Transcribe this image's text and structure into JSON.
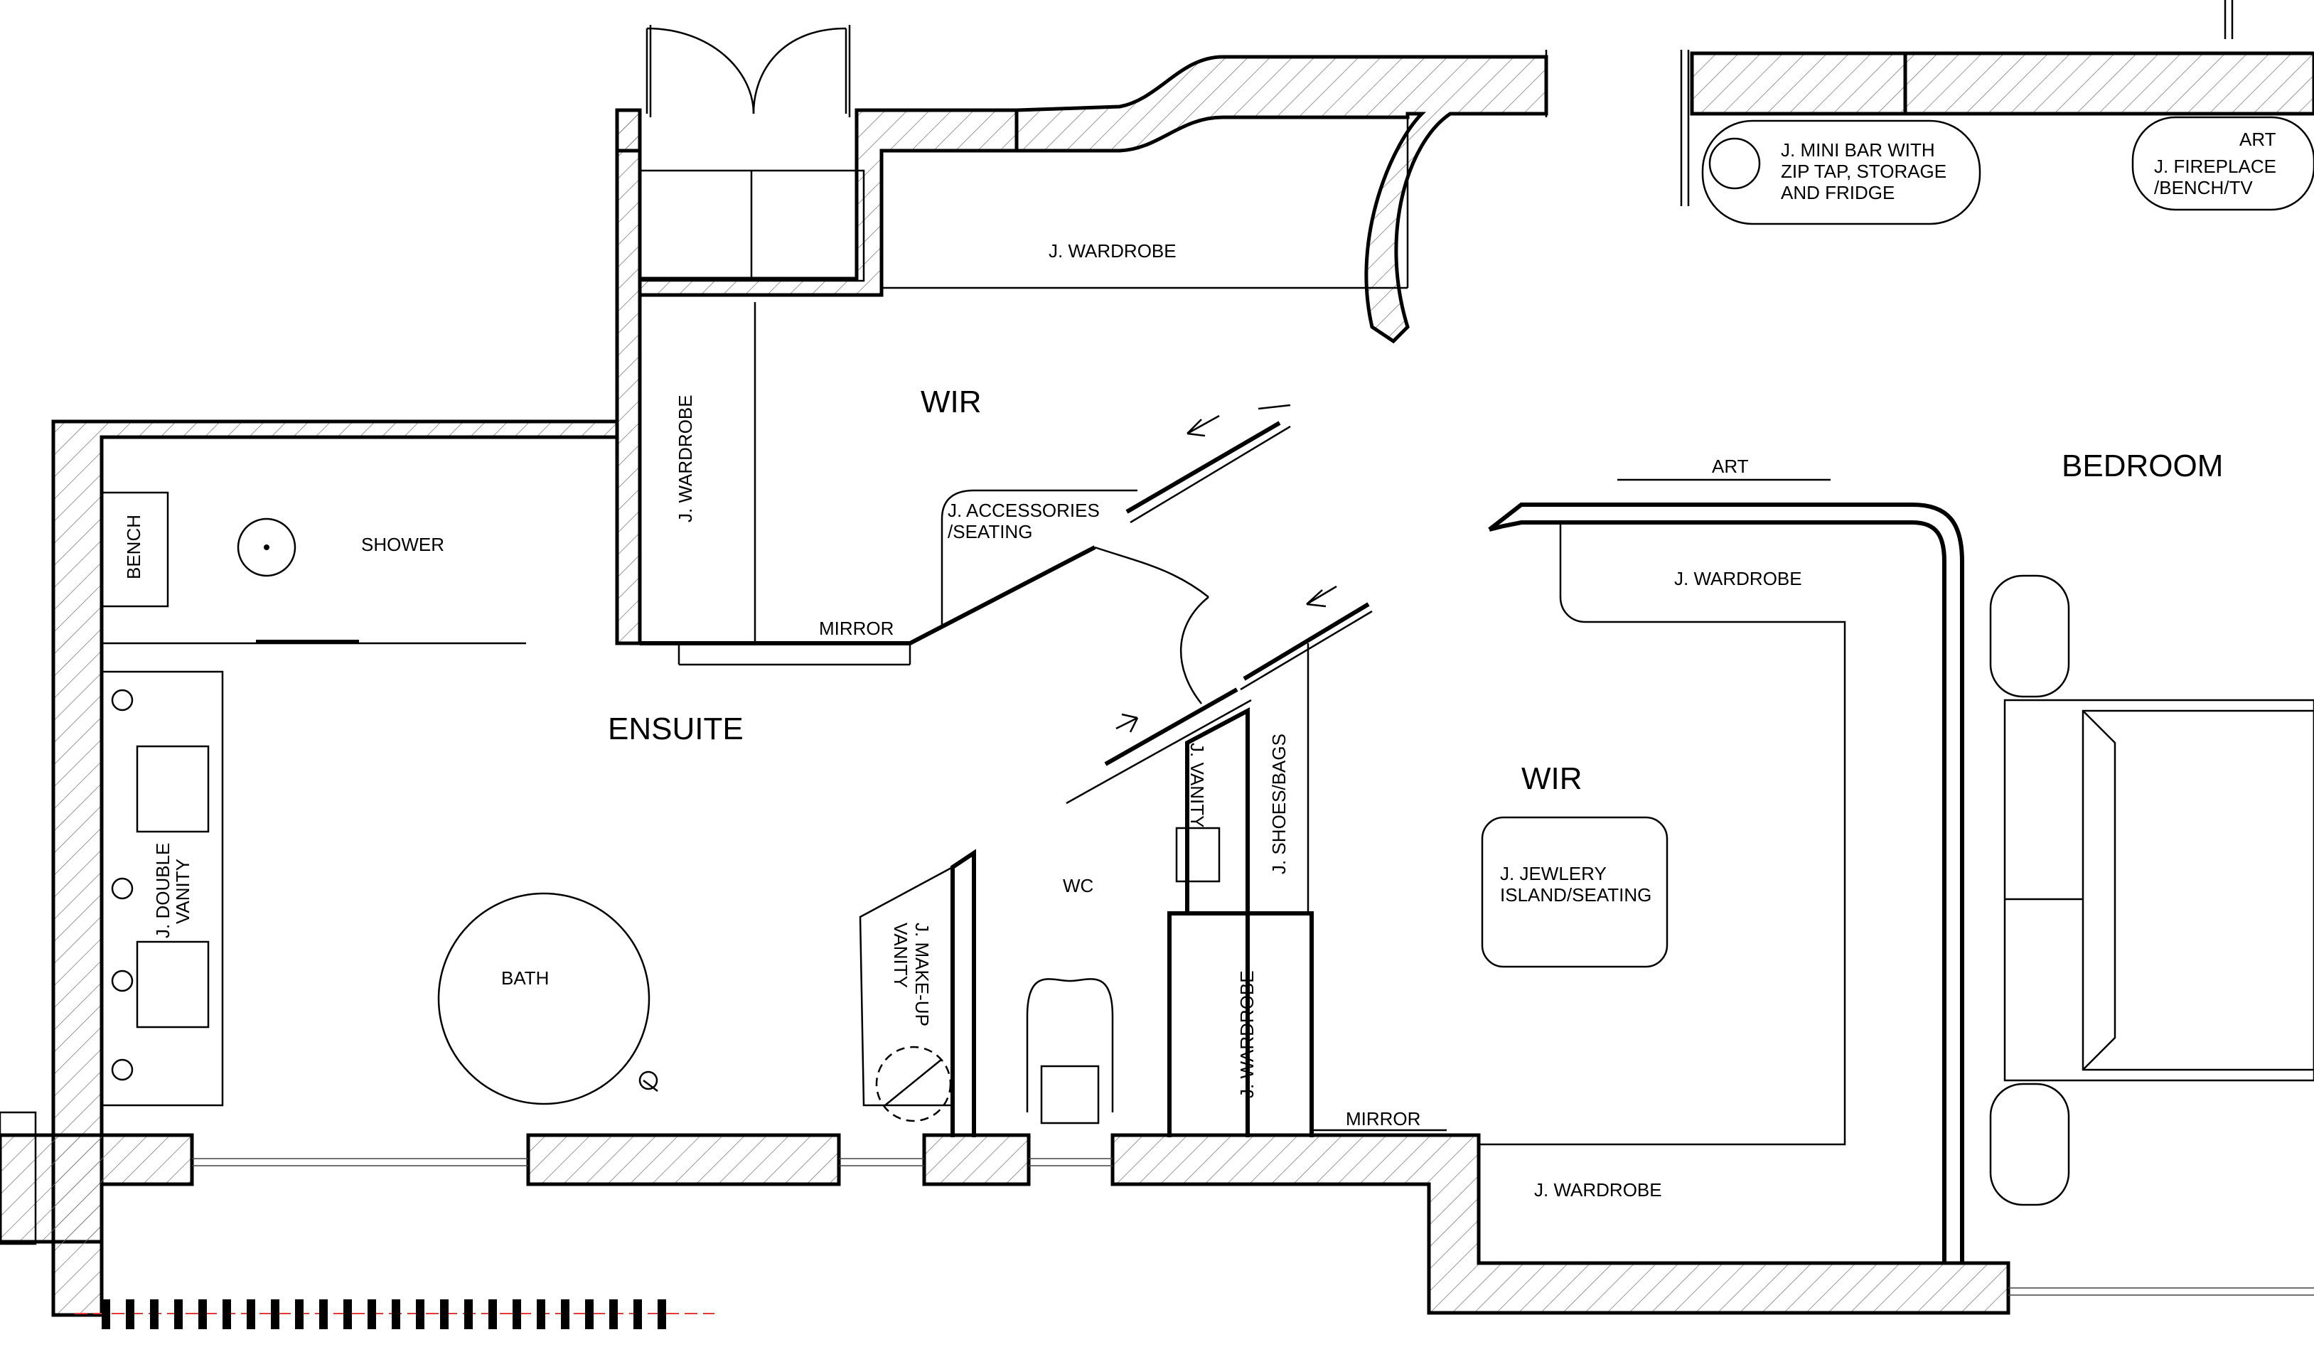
{
  "rooms": {
    "wir_1": "WIR",
    "ensuite": "ENSUITE",
    "wir_2": "WIR",
    "bedroom": "BEDROOM",
    "wc": "WC"
  },
  "labels": {
    "shower": "SHOWER",
    "bench": "BENCH",
    "bath": "BATH",
    "double_vanity": [
      "J. DOUBLE",
      "VANITY"
    ],
    "wardrobe_top": "J. WARDROBE",
    "wardrobe_vertical_left": "J. WARDROBE",
    "accessories": [
      "J. ACCESSORIES",
      "/SEATING"
    ],
    "mirror_1": "MIRROR",
    "makeup_vanity": [
      "J. MAKE-UP",
      "VANITY"
    ],
    "vanity": "J. VANITY",
    "shoes_bags": "J. SHOES/BAGS",
    "wardrobe_vertical_mid": "J. WARDROBE",
    "mirror_2": "MIRROR",
    "art_1": "ART",
    "wardrobe_right_top": "J. WARDROBE",
    "jewelry": [
      "J. JEWLERY",
      "ISLAND/SEATING"
    ],
    "wardrobe_bottom": "J. WARDROBE",
    "minibar": [
      "J. MINI BAR WITH",
      "ZIP TAP, STORAGE",
      "AND FRIDGE"
    ],
    "art_2": "ART",
    "fireplace": [
      "J. FIREPLACE",
      "/BENCH/TV"
    ]
  },
  "colors": {
    "line": "#000000",
    "background": "#ffffff",
    "guide": "#e53935"
  }
}
